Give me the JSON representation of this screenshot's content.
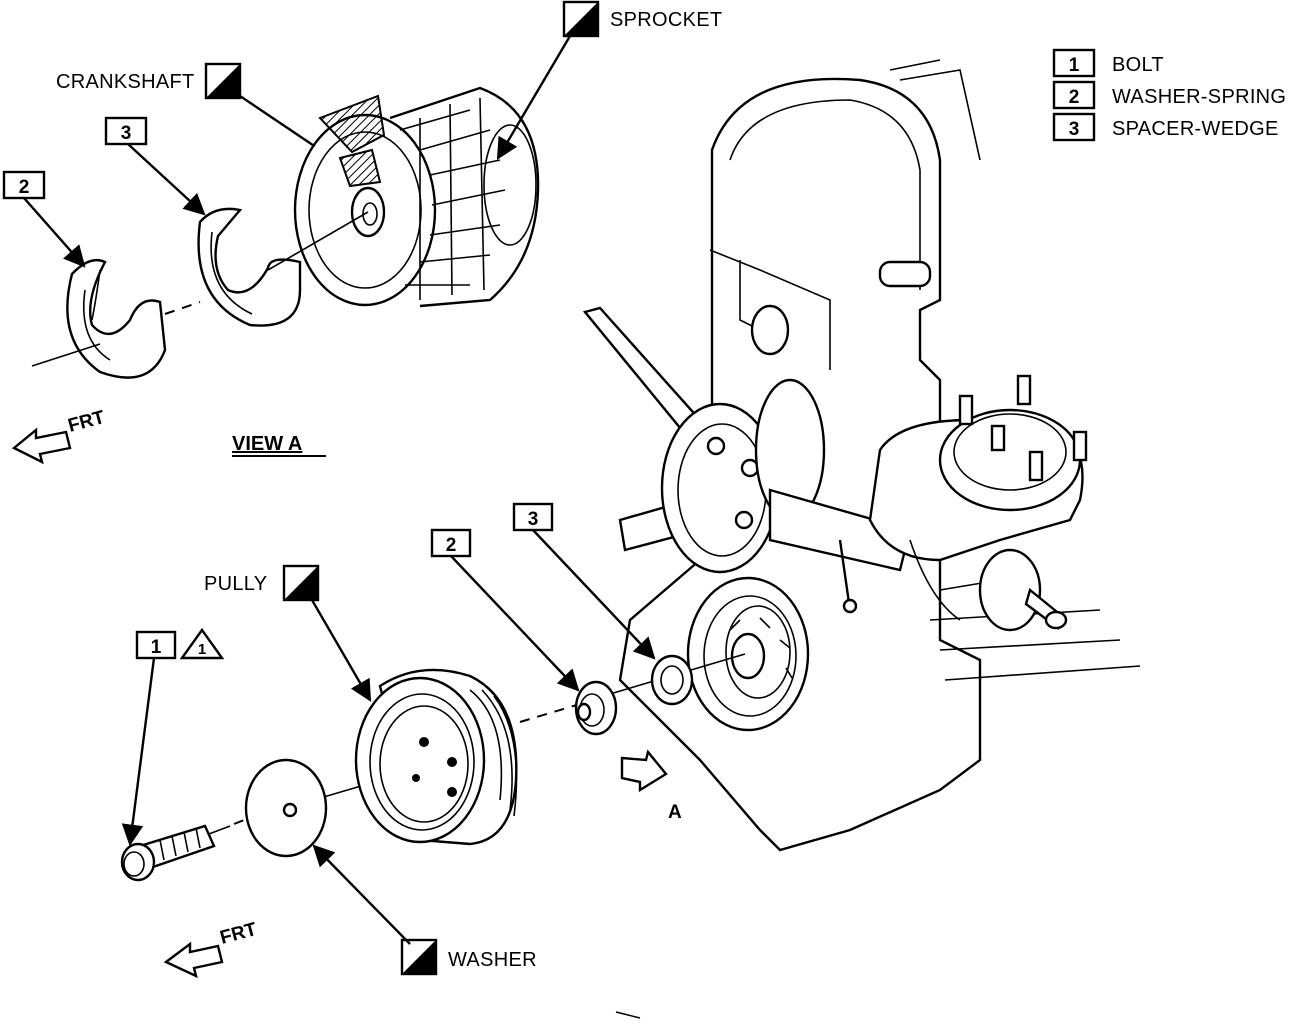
{
  "legend": {
    "items": [
      {
        "num": "1",
        "label": "BOLT"
      },
      {
        "num": "2",
        "label": "WASHER-SPRING"
      },
      {
        "num": "3",
        "label": "SPACER-WEDGE"
      }
    ]
  },
  "labels": {
    "sprocket": "SPROCKET",
    "crankshaft": "CRANKSHAFT",
    "pully": "PULLY",
    "washer": "WASHER",
    "view_a": "VIEW A",
    "frt_top": "FRT",
    "frt_bottom": "FRT",
    "arrow_a": "A"
  },
  "callouts": {
    "top_3": "3",
    "top_2": "2",
    "bottom_1": "1",
    "warning_1": "1",
    "bottom_2": "2",
    "bottom_3": "3"
  }
}
